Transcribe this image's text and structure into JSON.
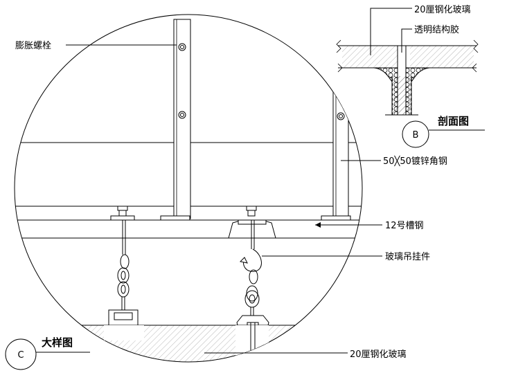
{
  "labels": {
    "expansion_bolt": "膨胀螺栓",
    "tempered_glass_top": "20厘钢化玻璃",
    "structural_sealant": "透明结构胶",
    "section_title": "剖面图",
    "section_marker": "B",
    "angle_steel": "50╳50镀锌角钢",
    "channel_steel": "12号槽钢",
    "glass_hanger": "玻璃吊挂件",
    "detail_title": "大样图",
    "detail_marker": "C",
    "tempered_glass_bottom": "20厘钢化玻璃"
  }
}
